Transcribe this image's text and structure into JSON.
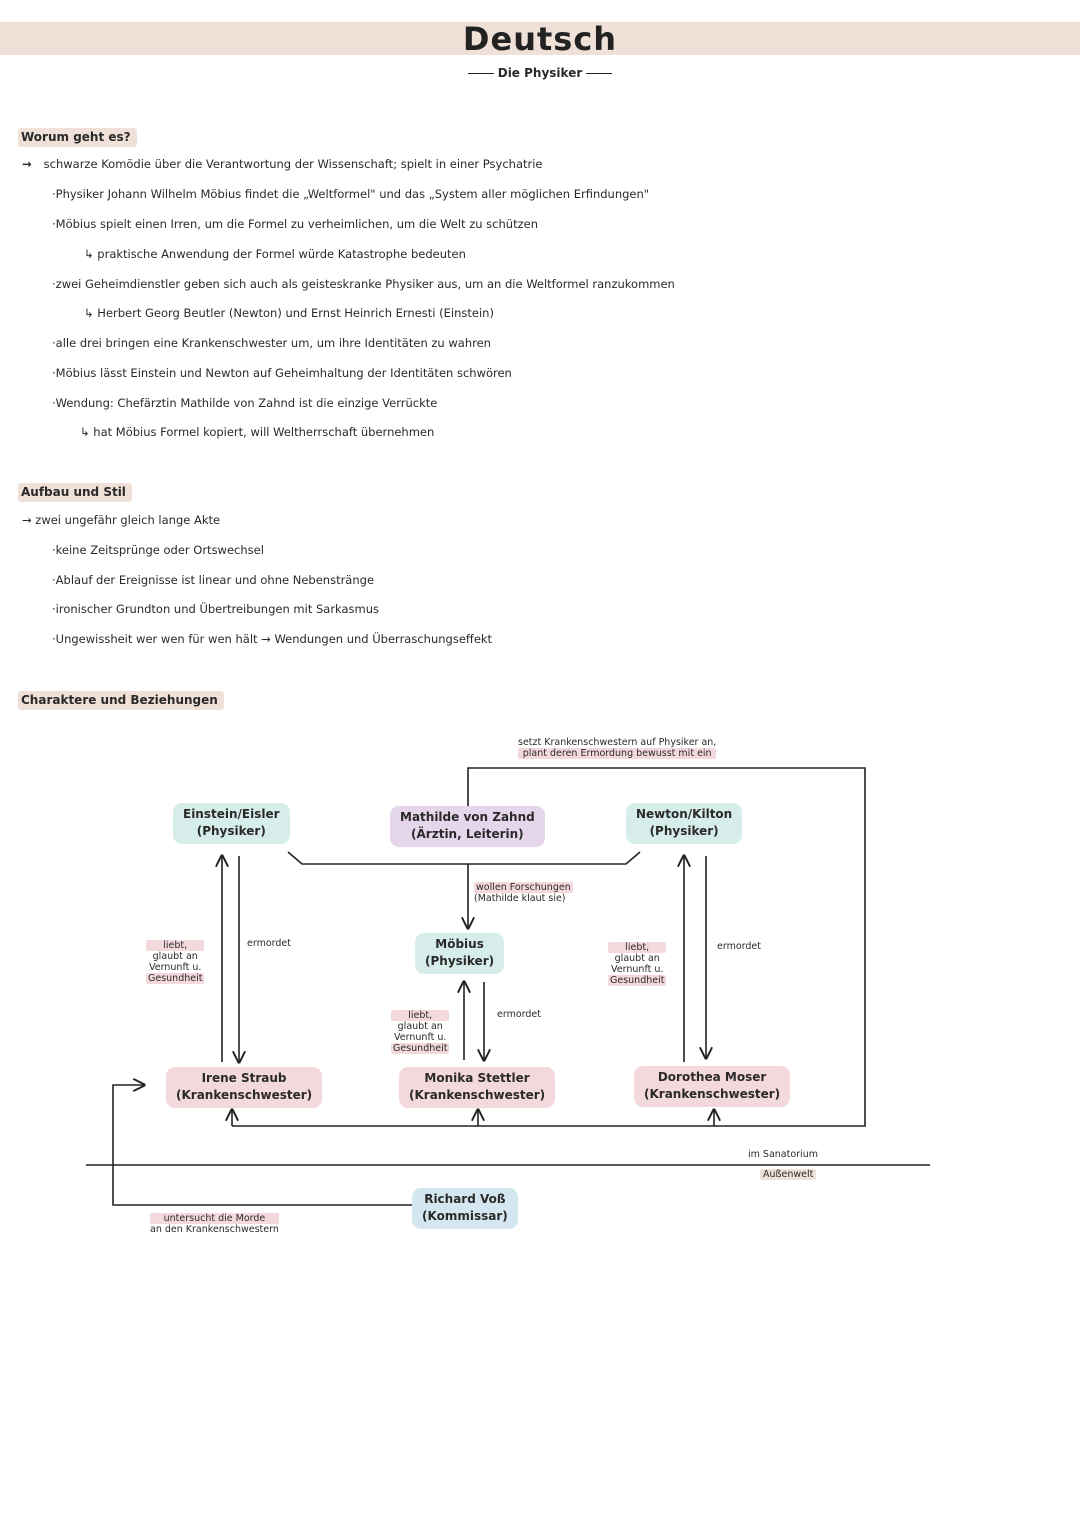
{
  "header": {
    "title": "Deutsch",
    "subtitle": "Die Physiker"
  },
  "section_plot": {
    "heading": "Worum geht es?",
    "lines": [
      "schwarze Komödie über die Verantwortung der Wissenschaft; spielt in einer Psychatrie",
      "·Physiker Johann Wilhelm Möbius findet die „Weltformel\" und das „System aller möglichen Erfindungen\"",
      "·Möbius spielt einen Irren, um die Formel zu verheimlichen, um die Welt zu schützen",
      "↳ praktische Anwendung der Formel würde Katastrophe bedeuten",
      "·zwei Geheimdienstler geben sich auch als geisteskranke Physiker aus, um an die Weltformel ranzukommen",
      "↳ Herbert Georg Beutler (Newton) und Ernst Heinrich Ernesti (Einstein)",
      "·alle drei bringen eine Krankenschwester um, um ihre Identitäten zu wahren",
      "·Möbius lässt Einstein und Newton auf Geheimhaltung der Identitäten schwören",
      "·Wendung: Chefärztin Mathilde von Zahnd ist die einzige Verrückte",
      "↳ hat Möbius Formel kopiert, will Weltherrschaft übernehmen"
    ]
  },
  "section_structure": {
    "heading": "Aufbau und Stil",
    "lines": [
      "→ zwei ungefähr gleich lange Akte",
      "·keine Zeitsprünge oder Ortswechsel",
      "·Ablauf der Ereignisse ist linear und ohne Nebenstränge",
      "·ironischer Grundton und Übertreibungen mit Sarkasmus",
      "·Ungewissheit wer wen für wen hält → Wendungen und Überraschungseffekt"
    ]
  },
  "section_characters": {
    "heading": "Charaktere und Beziehungen"
  },
  "diagram": {
    "nodes": {
      "einstein": [
        "Einstein/Eisler",
        "(Physiker)"
      ],
      "mathilde": [
        "Mathilde von Zahnd",
        "(Ärztin, Leiterin)"
      ],
      "newton": [
        "Newton/Kilton",
        "(Physiker)"
      ],
      "moebius": [
        "Möbius",
        "(Physiker)"
      ],
      "irene": [
        "Irene Straub",
        "(Krankenschwester)"
      ],
      "monika": [
        "Monika Stettler",
        "(Krankenschwester)"
      ],
      "dorothea": [
        "Dorothea Moser",
        "(Krankenschwester)"
      ],
      "richard": [
        "Richard Voß",
        "(Kommissar)"
      ]
    },
    "labels": {
      "top_note": [
        "setzt Krankenschwestern auf Physiker an,",
        "plant deren Ermordung bewusst mit ein"
      ],
      "research": [
        "wollen Forschungen",
        "(Mathilde klaut sie)"
      ],
      "loves": [
        "liebt,",
        "glaubt an",
        "Vernunft u.",
        "Gesundheit"
      ],
      "loves_newton": [
        "liebt,",
        "glaubt an",
        "Vernunft u.",
        "Gesundheit"
      ],
      "loves_moebius": [
        "liebt,",
        "glaubt an",
        "Vernunft u.",
        "Gesundheit"
      ],
      "murdered": "ermordet",
      "murdered_moebius": "ermordet",
      "murdered_newton": "ermordet",
      "sanatorium": "im Sanatorium",
      "outside": "Außenwelt",
      "investigates": [
        "untersucht die Morde",
        "an den Krankenschwestern"
      ]
    }
  }
}
